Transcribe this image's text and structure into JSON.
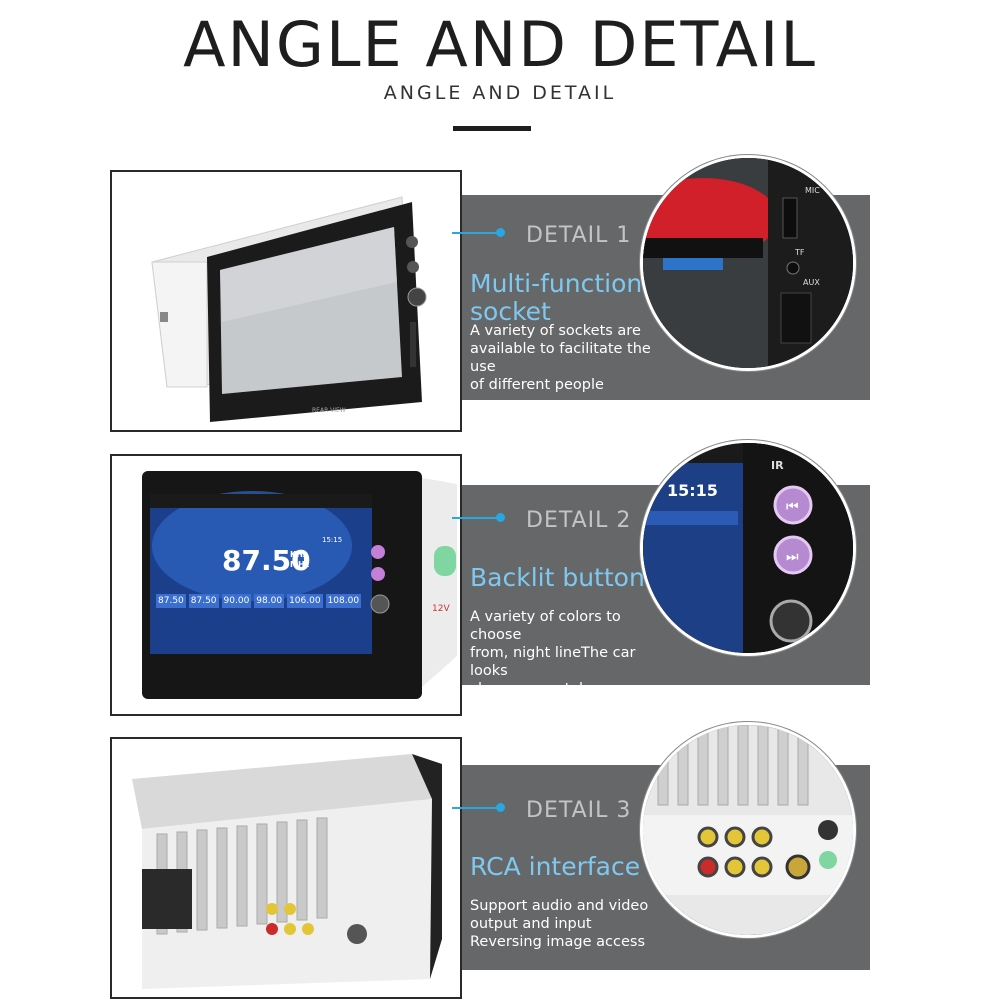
{
  "header": {
    "title": "ANGLE AND DETAIL",
    "subtitle": "ANGLE AND DETAIL"
  },
  "details": [
    {
      "label": "DETAIL 1",
      "heading_lines": [
        "Multi-function",
        "socket"
      ],
      "body_lines": [
        "A variety of sockets are",
        "available to facilitate the use",
        "of different people"
      ],
      "zoom_labels": [
        "MIC",
        "TF",
        "AUX"
      ]
    },
    {
      "label": "DETAIL 2",
      "heading_lines": [
        "Backlit button"
      ],
      "body_lines": [
        "A variety of colors to choose",
        "from, night lineThe car looks",
        "clear, more style"
      ],
      "zoom_labels": [
        "IR",
        "15:15"
      ]
    },
    {
      "label": "DETAIL 3",
      "heading_lines": [
        "RCA interface"
      ],
      "body_lines": [
        "Support audio and video",
        "output and input",
        "Reversing image access"
      ]
    }
  ],
  "radio_screen": {
    "frequency": "87.50",
    "unit_top": "KHz",
    "unit_bottom": "MHz",
    "time": "15:15",
    "presets": [
      "87.50",
      "87.50",
      "90.00",
      "98.00",
      "106.00",
      "108.00"
    ],
    "voltage": "12V"
  },
  "colors": {
    "band": "#666768",
    "accent": "#2aa7e0",
    "heading": "#7fc8f0"
  }
}
